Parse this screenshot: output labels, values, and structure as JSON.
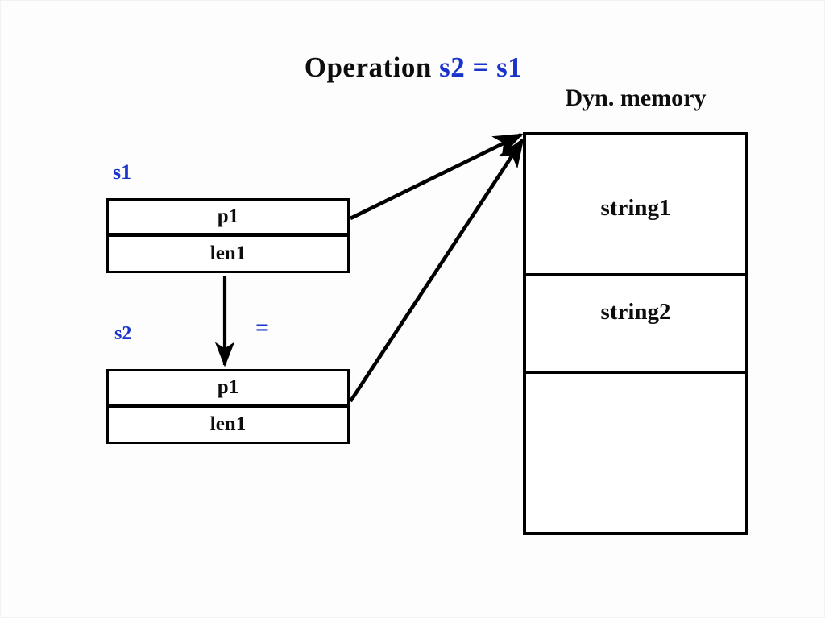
{
  "slide": {
    "title_prefix": "Operation",
    "title_expression": "s2 = s1",
    "memory_caption": "Dyn. memory",
    "assignment_operator": "="
  },
  "colors": {
    "accent_blue": "#1a33cc",
    "line_black": "#000000",
    "background": "#fdfdfd"
  },
  "structs": [
    {
      "name": "s1",
      "label": "s1",
      "fields": [
        {
          "key": "pointer",
          "label": "p1"
        },
        {
          "key": "length",
          "label": "len1"
        }
      ]
    },
    {
      "name": "s2",
      "label": "s2",
      "fields": [
        {
          "key": "pointer",
          "label": "p1"
        },
        {
          "key": "length",
          "label": "len1"
        }
      ]
    }
  ],
  "memory": {
    "caption": "Dyn. memory",
    "cells": [
      {
        "label": "string1"
      },
      {
        "label": "string2"
      },
      {
        "label": ""
      }
    ]
  },
  "arrows": [
    {
      "name": "s1-pointer-to-memory",
      "from": "s1.p1",
      "to": "memory.string1"
    },
    {
      "name": "s2-pointer-to-memory",
      "from": "s2.p1",
      "to": "memory.string1"
    },
    {
      "name": "s1-assigned-to-s2",
      "from": "s1",
      "to": "s2",
      "operator": "="
    }
  ]
}
